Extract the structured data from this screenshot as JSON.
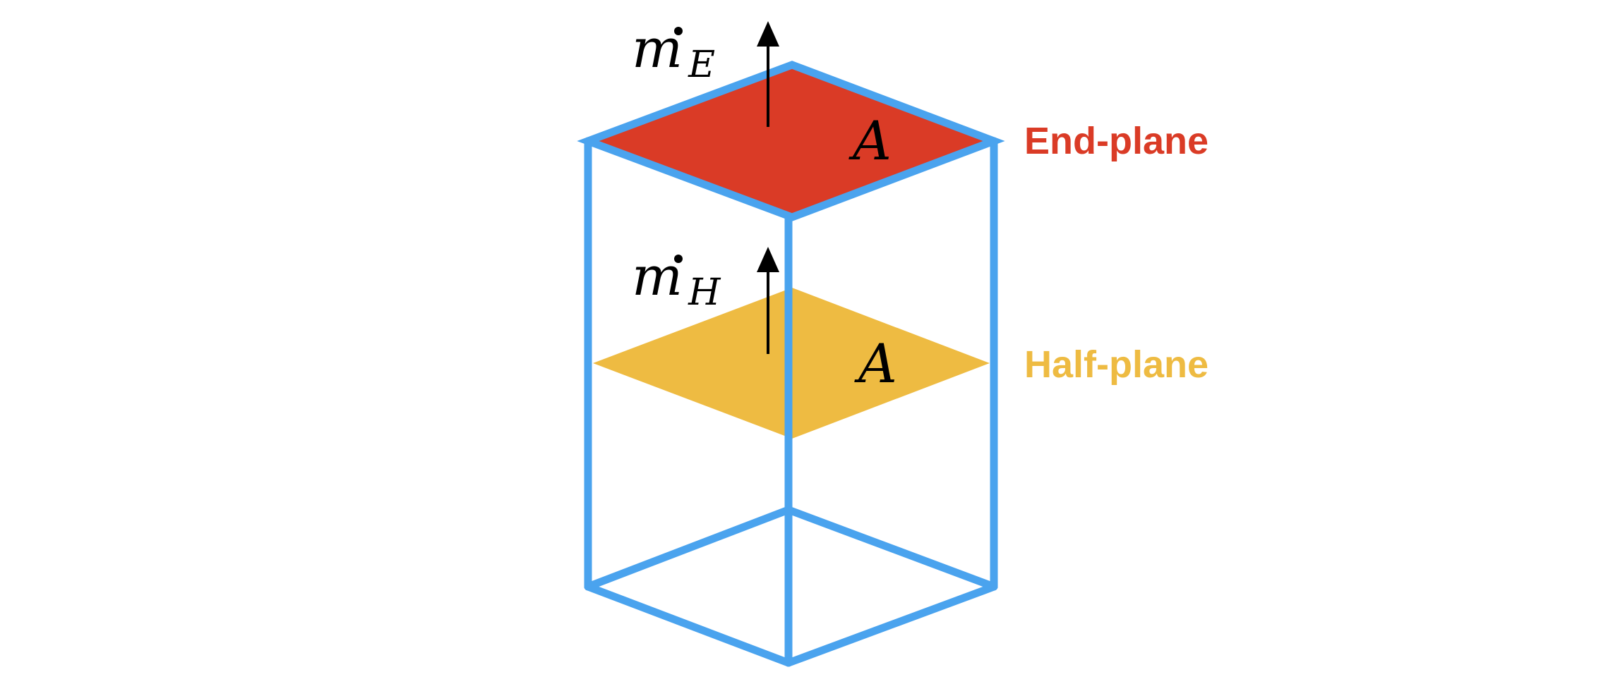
{
  "colors": {
    "box_edges": "#4aa3ee",
    "end_plane": "#da3b26",
    "half_plane": "#eebb42",
    "arrows": "#000000"
  },
  "end_plane": {
    "label": "End-plane",
    "area_label": "A",
    "flux_symbol": "m",
    "flux_subscript": "E"
  },
  "half_plane": {
    "label": "Half-plane",
    "area_label": "A",
    "flux_symbol": "m",
    "flux_subscript": "H"
  }
}
